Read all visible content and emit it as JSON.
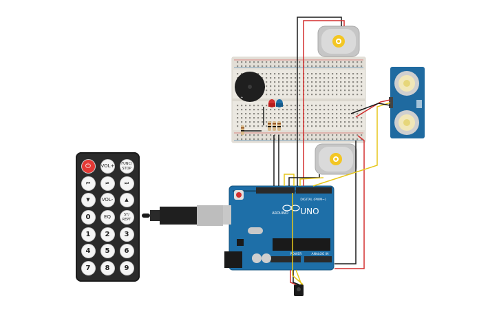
{
  "arduino": {
    "uno_label": "UNO",
    "brand_label": "ARDUINO",
    "digital_label": "DIGITAL (PWM~)",
    "analog_label": "ANALOG IN",
    "power_label": "POWER"
  },
  "remote": {
    "buttons": [
      {
        "label": "⏻",
        "kind": "power"
      },
      {
        "label": "VOL+",
        "kind": "text"
      },
      {
        "label": "FUNC/ STOP",
        "kind": "small2"
      },
      {
        "label": "⏮",
        "kind": "text"
      },
      {
        "label": "⏯",
        "kind": "text"
      },
      {
        "label": "⏭",
        "kind": "text"
      },
      {
        "label": "▼",
        "kind": "text"
      },
      {
        "label": "VOL-",
        "kind": "text"
      },
      {
        "label": "▲",
        "kind": "text"
      },
      {
        "label": "0",
        "kind": "num"
      },
      {
        "label": "EQ",
        "kind": "text"
      },
      {
        "label": "ST/ REPT",
        "kind": "small2"
      },
      {
        "label": "1",
        "kind": "num"
      },
      {
        "label": "2",
        "kind": "num"
      },
      {
        "label": "3",
        "kind": "num"
      },
      {
        "label": "4",
        "kind": "num"
      },
      {
        "label": "5",
        "kind": "num"
      },
      {
        "label": "6",
        "kind": "num"
      },
      {
        "label": "7",
        "kind": "num"
      },
      {
        "label": "8",
        "kind": "num"
      },
      {
        "label": "9",
        "kind": "num"
      }
    ]
  },
  "colors": {
    "arduino_board": "#1e6fa8",
    "breadboard": "#ebe8e1",
    "sensor_board": "#1f6aa0",
    "wire_black": "#1a1a1a",
    "wire_red": "#d32f2f",
    "wire_yellow": "#e6c619",
    "led_red": "#d32f2f",
    "led_blue": "#1e6fa8"
  }
}
